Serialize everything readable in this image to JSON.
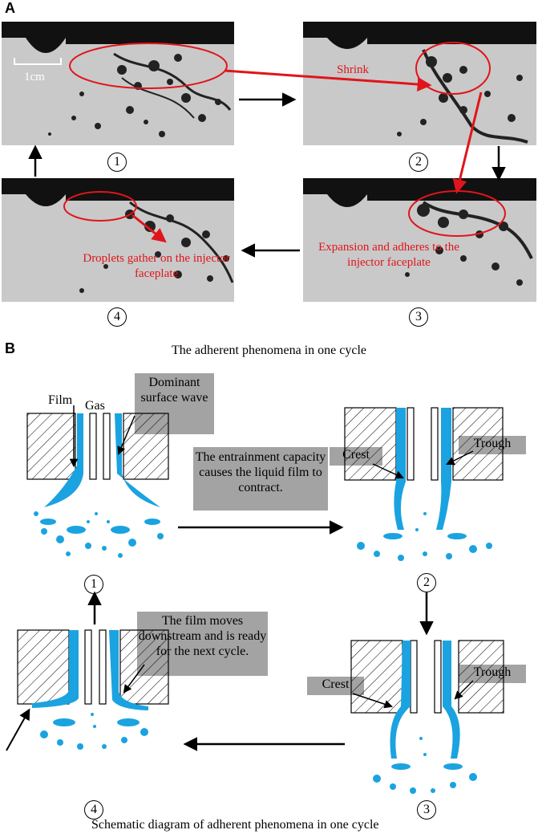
{
  "panel_a": {
    "letter": "A",
    "scale_label": "1cm",
    "step_labels": [
      "1",
      "2",
      "3",
      "4"
    ],
    "annotations": {
      "shrink": "Shrink",
      "expansion": "Expansion and adheres to the injector faceplate",
      "droplets": "Droplets gather on the injector faceplate"
    }
  },
  "panel_b": {
    "letter": "B",
    "title": "The adherent phenomena in one cycle",
    "caption": "Schematic diagram of adherent phenomena in one cycle",
    "labels": {
      "film": "Film",
      "gas": "Gas",
      "dominant_wave": "Dominant surface wave",
      "entrainment": "The entrainment capacity causes the liquid film to contract.",
      "crest": "Crest",
      "trough": "Trough",
      "film_moves": "The film moves downstream and is ready for the next cycle."
    },
    "step_labels": [
      "1",
      "2",
      "3",
      "4"
    ]
  },
  "colors": {
    "liquid": "#1aa3e0",
    "annotation_red": "#e0151b",
    "label_box": "#a3a3a3"
  }
}
